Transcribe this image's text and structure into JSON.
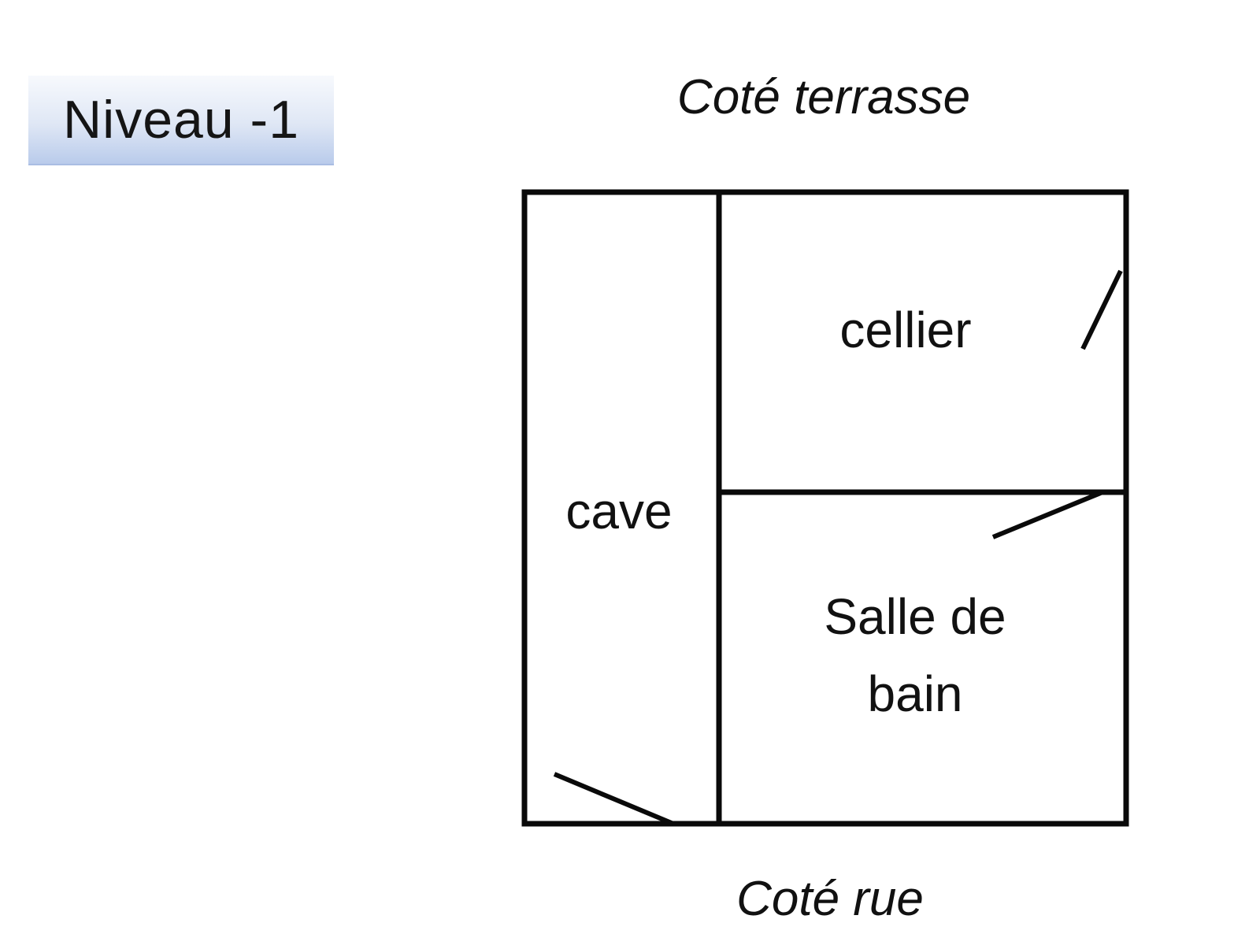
{
  "header": {
    "level_title": "Niveau -1"
  },
  "orientation": {
    "top_label": "Coté terrasse",
    "bottom_label": "Coté rue"
  },
  "rooms": [
    {
      "label": "cellier"
    },
    {
      "label": "cave"
    },
    {
      "label": "Salle de bain"
    }
  ],
  "colors": {
    "badge_gradient_top": "#f7f9fd",
    "badge_gradient_bottom": "#b9cbeb",
    "wall": "#0a0a0a",
    "text": "#111111"
  }
}
